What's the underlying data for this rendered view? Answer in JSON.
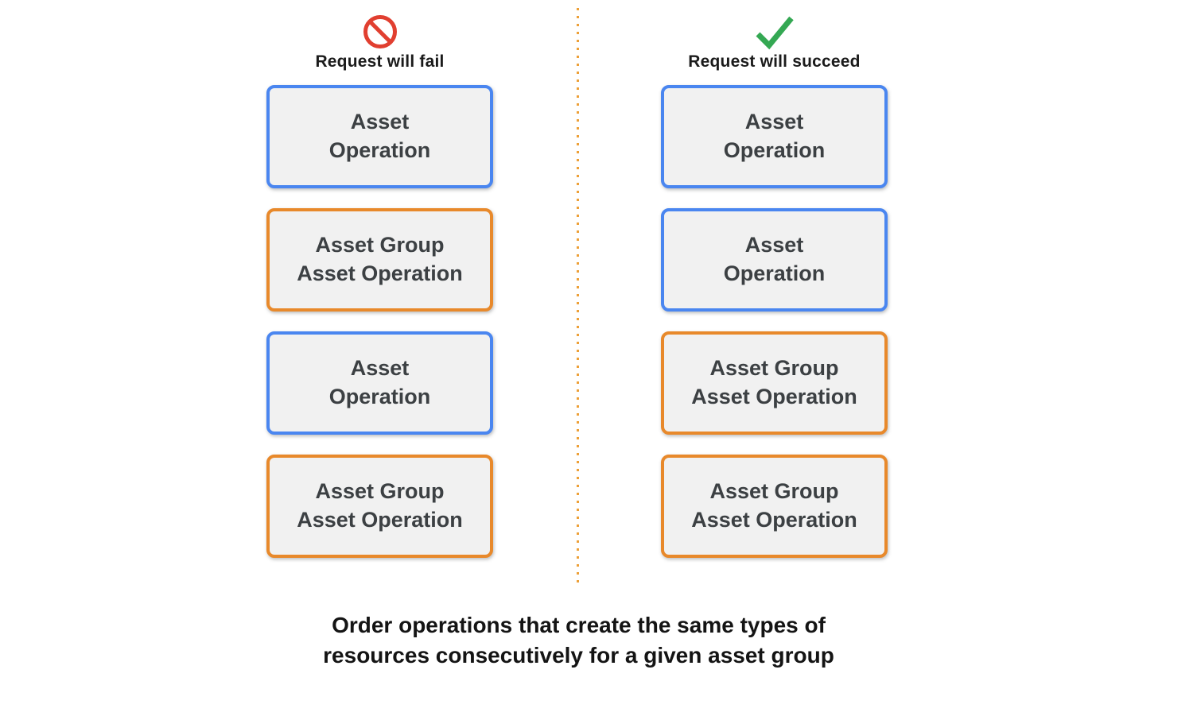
{
  "diagram": {
    "columns": [
      {
        "id": "fail",
        "icon": "prohibition-icon",
        "label": "Request will fail",
        "boxes": [
          {
            "type": "asset",
            "lines": [
              "Asset",
              "Operation"
            ]
          },
          {
            "type": "asset-group",
            "lines": [
              "Asset Group",
              "Asset Operation"
            ]
          },
          {
            "type": "asset",
            "lines": [
              "Asset",
              "Operation"
            ]
          },
          {
            "type": "asset-group",
            "lines": [
              "Asset Group",
              "Asset Operation"
            ]
          }
        ]
      },
      {
        "id": "succeed",
        "icon": "checkmark-icon",
        "label": "Request will succeed",
        "boxes": [
          {
            "type": "asset",
            "lines": [
              "Asset",
              "Operation"
            ]
          },
          {
            "type": "asset",
            "lines": [
              "Asset",
              "Operation"
            ]
          },
          {
            "type": "asset-group",
            "lines": [
              "Asset Group",
              "Asset Operation"
            ]
          },
          {
            "type": "asset-group",
            "lines": [
              "Asset Group",
              "Asset Operation"
            ]
          }
        ]
      }
    ],
    "caption": {
      "line1": "Order operations that create the same types of",
      "line2": "resources consecutively for a given asset group"
    },
    "colors": {
      "asset_border": "#4a86f0",
      "asset_group_border": "#e8892b",
      "box_fill": "#f1f1f1",
      "box_text": "#3c4043",
      "fail_icon": "#e13f30",
      "succeed_icon": "#34a853",
      "divider": "#eda038"
    }
  }
}
